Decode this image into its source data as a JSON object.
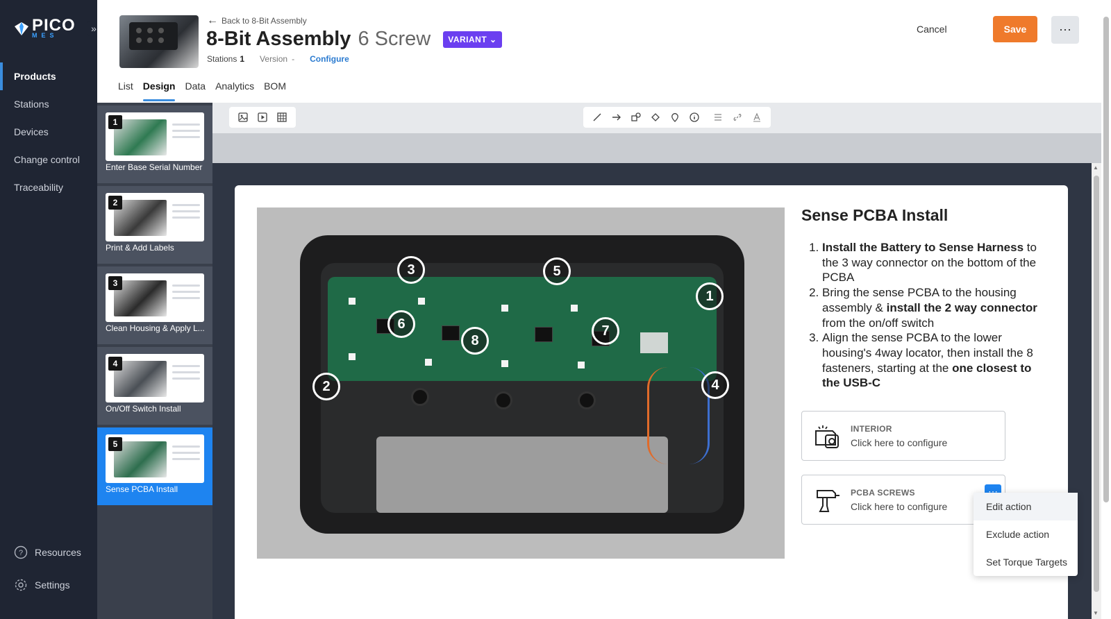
{
  "brand": {
    "name": "PICO",
    "sub": "MES",
    "accent": "#3aa0ff"
  },
  "sidebar": {
    "items": [
      {
        "label": "Products",
        "active": true
      },
      {
        "label": "Stations",
        "active": false
      },
      {
        "label": "Devices",
        "active": false
      },
      {
        "label": "Change control",
        "active": false
      },
      {
        "label": "Traceability",
        "active": false
      }
    ],
    "resources_label": "Resources",
    "settings_label": "Settings"
  },
  "header": {
    "back_label": "Back to 8-Bit Assembly",
    "title": "8-Bit Assembly",
    "variant_name": "6 Screw",
    "variant_badge": "VARIANT",
    "stations_label": "Stations",
    "stations_value": "1",
    "version_label": "Version",
    "version_value": "-",
    "configure_label": "Configure",
    "cancel_label": "Cancel",
    "save_label": "Save",
    "save_color": "#ef7a2b",
    "badge_color": "#6b3ff0",
    "tabs": [
      {
        "label": "List",
        "active": false
      },
      {
        "label": "Design",
        "active": true
      },
      {
        "label": "Data",
        "active": false
      },
      {
        "label": "Analytics",
        "active": false
      },
      {
        "label": "BOM",
        "active": false
      }
    ]
  },
  "steps": [
    {
      "number": "1",
      "label": "Enter Base Serial Number",
      "active": false
    },
    {
      "number": "2",
      "label": "Print & Add Labels",
      "active": false
    },
    {
      "number": "3",
      "label": "Clean Housing & Apply L...",
      "active": false
    },
    {
      "number": "4",
      "label": "On/Off Switch Install",
      "active": false
    },
    {
      "number": "5",
      "label": "Sense PCBA Install",
      "active": true
    }
  ],
  "toolbar": {
    "media_tools": [
      "image-icon",
      "video-icon",
      "table-icon"
    ],
    "draw_tools": [
      "line-icon",
      "arrow-icon",
      "shape-icon",
      "fill-icon",
      "marker-icon",
      "info-icon"
    ],
    "text_tools": [
      "align-icon",
      "link-icon",
      "text-color-icon"
    ]
  },
  "slide": {
    "title": "Sense PCBA Install",
    "markers": [
      "1",
      "2",
      "3",
      "4",
      "5",
      "6",
      "7",
      "8"
    ],
    "instructions": [
      [
        {
          "t": "Install the Battery to Sense Harness",
          "b": true
        },
        {
          "t": " to the 3 way connector on the bottom of the PCBA",
          "b": false
        }
      ],
      [
        {
          "t": "Bring the sense PCBA to the housing assembly & ",
          "b": false
        },
        {
          "t": "install the 2 way connector",
          "b": true
        },
        {
          "t": " from the on/off switch",
          "b": false
        }
      ],
      [
        {
          "t": "Align the sense PCBA to the lower housing's 4way locator, then install the 8 fasteners, starting at the ",
          "b": false
        },
        {
          "t": "one closest to the USB-C",
          "b": true
        }
      ]
    ],
    "actions": [
      {
        "name": "INTERIOR",
        "sub": "Click here to configure",
        "icon": "camera-icon"
      },
      {
        "name": "PCBA SCREWS",
        "sub": "Click here to configure",
        "icon": "screwdriver-icon"
      }
    ]
  },
  "context_menu": {
    "items": [
      "Edit action",
      "Exclude action",
      "Set Torque Targets"
    ]
  }
}
